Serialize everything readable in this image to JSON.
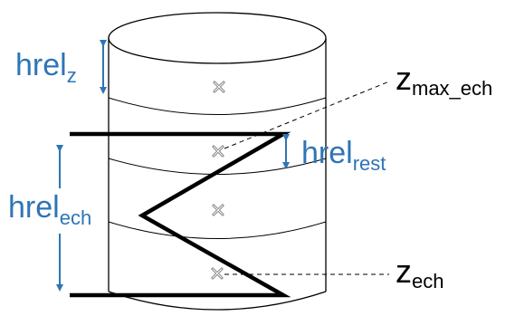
{
  "labels": {
    "hrel_z": {
      "base": "hrel",
      "sub": "z"
    },
    "hrel_rest": {
      "base": "hrel",
      "sub": "rest"
    },
    "hrel_ech": {
      "base": "hrel",
      "sub": "ech"
    },
    "z_max_ech": {
      "base": "z",
      "sub": "max_ech"
    },
    "z_ech": {
      "base": "z",
      "sub": "ech"
    }
  },
  "colors": {
    "dimension": "#2e75b6",
    "outline": "#000000",
    "marker": "#7f7f7f"
  },
  "icons": {
    "marker": "x-mark-icon"
  }
}
